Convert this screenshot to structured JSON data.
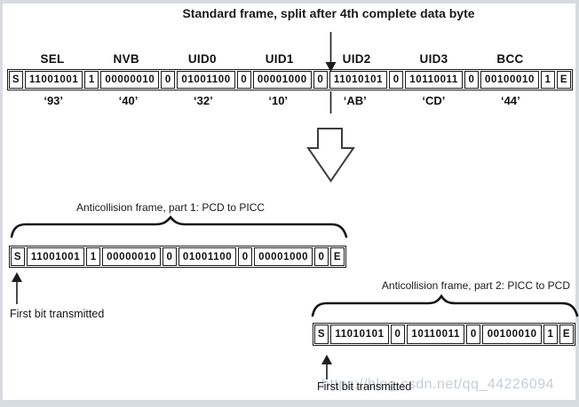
{
  "title": "Standard frame, split after 4th complete data byte",
  "standard_frame": {
    "labels": [
      "SEL",
      "NVB",
      "UID0",
      "UID1",
      "UID2",
      "UID3",
      "BCC"
    ],
    "cells": [
      "S",
      "11001001",
      "1",
      "00000010",
      "0",
      "01001100",
      "0",
      "00001000",
      "0",
      "11010101",
      "0",
      "10110011",
      "0",
      "00100010",
      "1",
      "E"
    ],
    "hex_values": [
      "‘93’",
      "‘40’",
      "‘32’",
      "‘10’",
      "‘AB’",
      "‘CD’",
      "‘44’"
    ]
  },
  "part1": {
    "label": "Anticollision frame, part 1: PCD to PICC",
    "cells": [
      "S",
      "11001001",
      "1",
      "00000010",
      "0",
      "01001100",
      "0",
      "00001000",
      "0",
      "E"
    ],
    "first_bit_label": "First bit transmitted"
  },
  "part2": {
    "label": "Anticollision frame, part 2: PICC to PCD",
    "cells": [
      "S",
      "11010101",
      "0",
      "10110011",
      "0",
      "00100010",
      "1",
      "E"
    ],
    "first_bit_label": "First bit transmitted"
  },
  "watermark": "https://blog.csdn.net/qq_44226094",
  "icons": {
    "split_arrow": "thin-down-arrow",
    "transform_arrow": "hollow-down-block-arrow",
    "first_bit_arrow": "thin-up-arrow",
    "brace": "horizontal-curly-brace"
  },
  "colors": {
    "line": "#1c1c1c",
    "background": "#ffffff",
    "outer_border": "#d7dbe2",
    "watermark": "#c8ccd8"
  }
}
